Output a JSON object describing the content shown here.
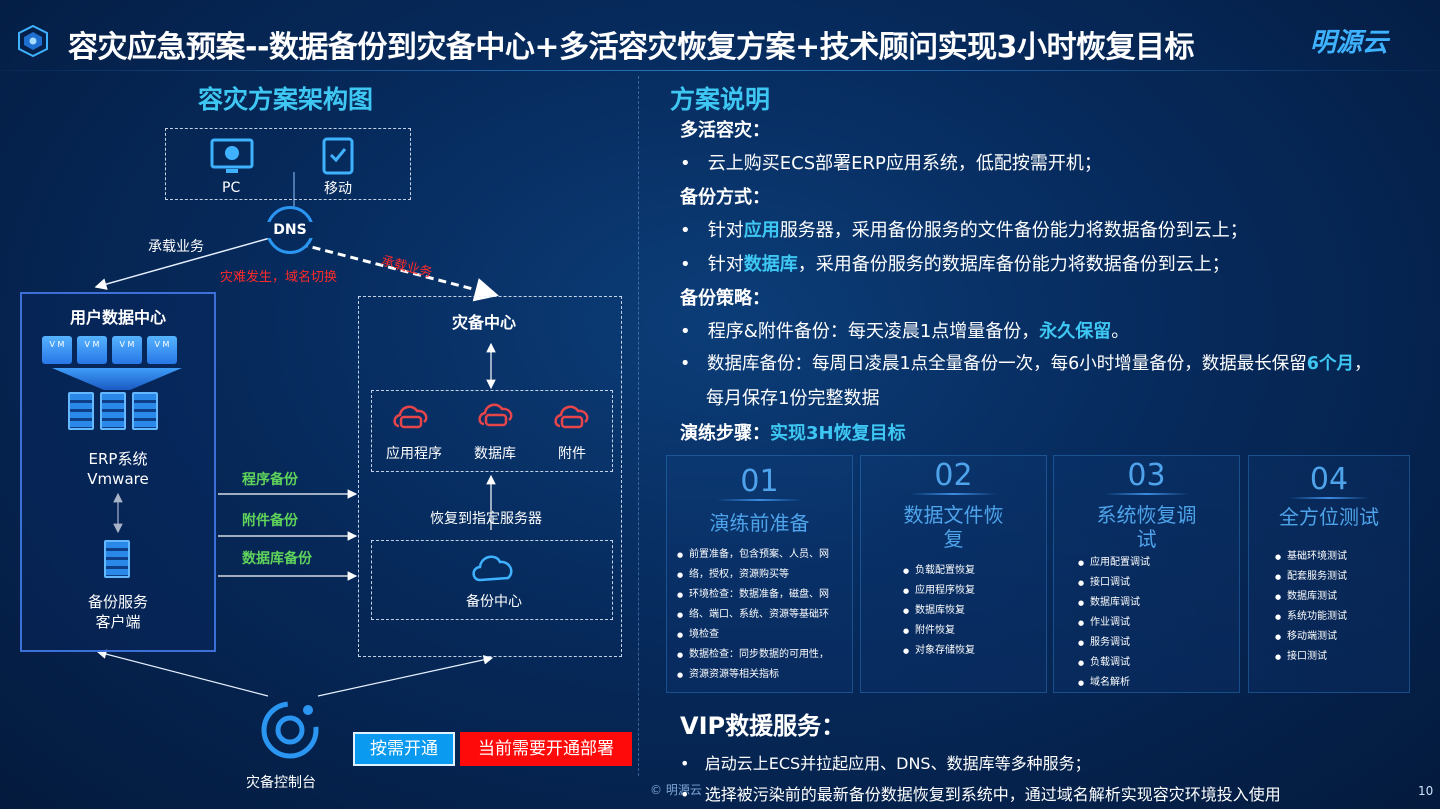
{
  "header": {
    "title": "容灾应急预案--数据备份到灾备中心+多活容灾恢复方案+技术顾问实现3小时恢复目标",
    "brand": "明源云",
    "page_number": "10",
    "copyright": "© 明源云"
  },
  "left": {
    "title": "容灾方案架构图",
    "pc_label": "PC",
    "mobile_label": "移动",
    "dns_label": "DNS",
    "carry_business_left": "承载业务",
    "carry_business_right": "承载业务",
    "disaster_switch": "灾难发生，域名切换",
    "user_dc": {
      "title": "用户数据中心",
      "vm_label": "V M",
      "erp_line1": "ERP系统",
      "erp_line2": "Vmware",
      "client_line1": "备份服务",
      "client_line2": "客户端"
    },
    "flows": [
      "程序备份",
      "附件备份",
      "数据库备份"
    ],
    "dr_center": {
      "title": "灾备中心",
      "apps": [
        "应用程序",
        "数据库",
        "附件"
      ],
      "restore": "恢复到指定服务器",
      "backup_center": "备份中心"
    },
    "console": "灾备控制台",
    "buttons": {
      "on_demand": "按需开通",
      "need_now": "当前需要开通部署"
    }
  },
  "right": {
    "title": "方案说明",
    "multi_active": {
      "heading": "多活容灾：",
      "item1": "云上购买ECS部署ERP应用系统，低配按需开机；"
    },
    "backup_method": {
      "heading": "备份方式：",
      "item1_pre": "针对",
      "item1_hl": "应用",
      "item1_post": "服务器，采用备份服务的文件备份能力将数据备份到云上；",
      "item2_pre": "针对",
      "item2_hl": "数据库",
      "item2_post": "，采用备份服务的数据库备份能力将数据备份到云上；"
    },
    "backup_policy": {
      "heading": "备份策略：",
      "item1_pre": "程序&附件备份：每天凌晨1点增量备份，",
      "item1_hl": "永久保留",
      "item1_post": "。",
      "item2_pre": "数据库备份：每周日凌晨1点全量备份一次，每6小时增量备份，数据最长保留",
      "item2_hl": "6个月",
      "item2_post": "，",
      "item2_line2": "每月保存1份完整数据"
    },
    "drill": {
      "heading": "演练步骤：",
      "heading_hl": "实现3H恢复目标"
    },
    "steps": [
      {
        "num": "01",
        "name": "演练前准备",
        "items": [
          "前置准备，包含预案、人员、网",
          "络，授权，资源购买等",
          "环境检查：数据准备，磁盘、网",
          "络、端口、系统、资源等基础环",
          "境检查",
          "数据检查：同步数据的可用性，",
          "资源资源等相关指标"
        ]
      },
      {
        "num": "02",
        "name_line1": "数据文件恢",
        "name_line2": "复",
        "items": [
          "负载配置恢复",
          "应用程序恢复",
          "数据库恢复",
          "附件恢复",
          "对象存储恢复"
        ]
      },
      {
        "num": "03",
        "name_line1": "系统恢复调",
        "name_line2": "试",
        "items": [
          "应用配置调试",
          "接口调试",
          "数据库调试",
          "作业调试",
          "服务调试",
          "负载调试",
          "域名解析"
        ]
      },
      {
        "num": "04",
        "name": "全方位测试",
        "items": [
          "基础环境测试",
          "配套服务测试",
          "数据库测试",
          "系统功能测试",
          "移动端测试",
          "接口测试"
        ]
      }
    ],
    "vip": {
      "heading": "VIP救援服务：",
      "item1": "启动云上ECS并拉起应用、DNS、数据库等多种服务；",
      "item2": "选择被污染前的最新备份数据恢复到系统中，通过域名解析实现容灾环境投入使用"
    }
  }
}
